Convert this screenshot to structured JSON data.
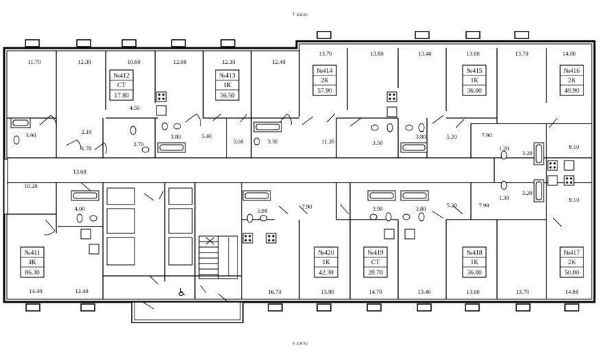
{
  "compass": {
    "top_label": "двор",
    "bottom_label": "двор",
    "arrow_up": "↑",
    "arrow_down": "↓"
  },
  "units": [
    {
      "id": "u412",
      "number": "№412",
      "type": "СТ",
      "area": "17.80"
    },
    {
      "id": "u413",
      "number": "№413",
      "type": "1К",
      "area": "36.50"
    },
    {
      "id": "u414",
      "number": "№414",
      "type": "2К",
      "area": "57.90"
    },
    {
      "id": "u415",
      "number": "№415",
      "type": "1К",
      "area": "36.00"
    },
    {
      "id": "u416",
      "number": "№416",
      "type": "2К",
      "area": "49.90"
    },
    {
      "id": "u411",
      "number": "№411",
      "type": "4К",
      "area": "86.30"
    },
    {
      "id": "u420",
      "number": "№420",
      "type": "1К",
      "area": "42.30"
    },
    {
      "id": "u419",
      "number": "№419",
      "type": "СТ",
      "area": "20.70"
    },
    {
      "id": "u418",
      "number": "№418",
      "type": "1К",
      "area": "36.00"
    },
    {
      "id": "u417",
      "number": "№417",
      "type": "2К",
      "area": "50.00"
    }
  ],
  "room_areas": [
    "11.70",
    "12.30",
    "10.60",
    "12.00",
    "12.30",
    "12.40",
    "13.70",
    "13.80",
    "13.40",
    "13.60",
    "13.70",
    "14.80",
    "4.50",
    "3.90",
    "2.10",
    "1.70",
    "2.70",
    "3.80",
    "5.40",
    "3.00",
    "3.30",
    "11.20",
    "3.50",
    "3.80",
    "5.20",
    "7.90",
    "1.20",
    "3.20",
    "9.10",
    "13.60",
    "10.20",
    "4.00",
    "3.80",
    "7.90",
    "3.90",
    "3.80",
    "5.20",
    "7.90",
    "1.30",
    "3.20",
    "9.10",
    "14.40",
    "12.40",
    "16.70",
    "13.90",
    "14.70",
    "13.40",
    "13.60",
    "13.70",
    "14.80"
  ]
}
